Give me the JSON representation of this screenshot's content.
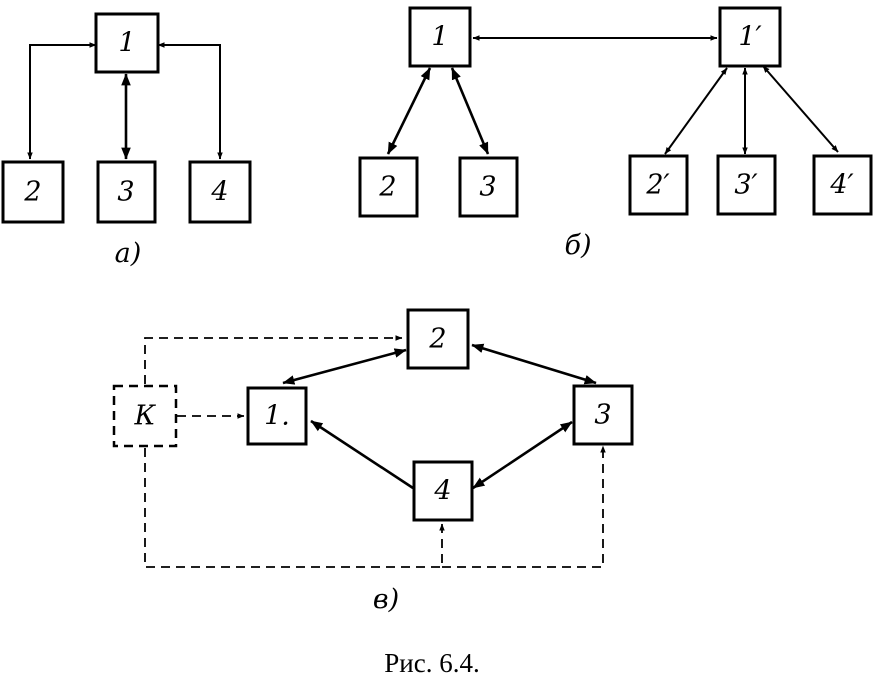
{
  "diagrams": [
    {
      "id": "a",
      "label": "а)",
      "nodes": [
        {
          "id": "a1",
          "label": "1"
        },
        {
          "id": "a2",
          "label": "2"
        },
        {
          "id": "a3",
          "label": "3"
        },
        {
          "id": "a4",
          "label": "4"
        }
      ],
      "edges": [
        {
          "from": "a1",
          "to": "a2",
          "style": "solid",
          "direction": "both"
        },
        {
          "from": "a1",
          "to": "a3",
          "style": "solid",
          "direction": "both"
        },
        {
          "from": "a1",
          "to": "a4",
          "style": "solid",
          "direction": "both"
        }
      ]
    },
    {
      "id": "b",
      "label": "б)",
      "nodes": [
        {
          "id": "b1",
          "label": "1"
        },
        {
          "id": "b2",
          "label": "2"
        },
        {
          "id": "b3",
          "label": "3"
        },
        {
          "id": "b1p",
          "label": "1′"
        },
        {
          "id": "b2p",
          "label": "2′"
        },
        {
          "id": "b3p",
          "label": "3′"
        },
        {
          "id": "b4p",
          "label": "4′"
        }
      ],
      "edges": [
        {
          "from": "b1",
          "to": "b1p",
          "style": "solid",
          "direction": "both"
        },
        {
          "from": "b1",
          "to": "b2",
          "style": "solid",
          "direction": "both"
        },
        {
          "from": "b1",
          "to": "b3",
          "style": "solid",
          "direction": "both"
        },
        {
          "from": "b1p",
          "to": "b2p",
          "style": "solid",
          "direction": "both"
        },
        {
          "from": "b1p",
          "to": "b3p",
          "style": "solid",
          "direction": "both"
        },
        {
          "from": "b1p",
          "to": "b4p",
          "style": "solid",
          "direction": "both"
        }
      ]
    },
    {
      "id": "c",
      "label": "в)",
      "nodes": [
        {
          "id": "cK",
          "label": "К",
          "style": "dashed"
        },
        {
          "id": "c1",
          "label": "1."
        },
        {
          "id": "c2",
          "label": "2"
        },
        {
          "id": "c3",
          "label": "3"
        },
        {
          "id": "c4",
          "label": "4"
        }
      ],
      "edges": [
        {
          "from": "c1",
          "to": "c2",
          "style": "solid",
          "direction": "both"
        },
        {
          "from": "c2",
          "to": "c3",
          "style": "solid",
          "direction": "both"
        },
        {
          "from": "c3",
          "to": "c4",
          "style": "solid",
          "direction": "both"
        },
        {
          "from": "c4",
          "to": "c1",
          "style": "solid",
          "direction": "forward"
        },
        {
          "from": "cK",
          "to": "c1",
          "style": "dashed",
          "direction": "forward"
        },
        {
          "from": "cK",
          "to": "c2",
          "style": "dashed",
          "direction": "forward"
        },
        {
          "from": "cK",
          "to": "c3",
          "style": "dashed",
          "direction": "forward"
        },
        {
          "from": "cK",
          "to": "c4",
          "style": "dashed",
          "direction": "forward"
        }
      ]
    }
  ],
  "caption": "Рис. 6.4."
}
